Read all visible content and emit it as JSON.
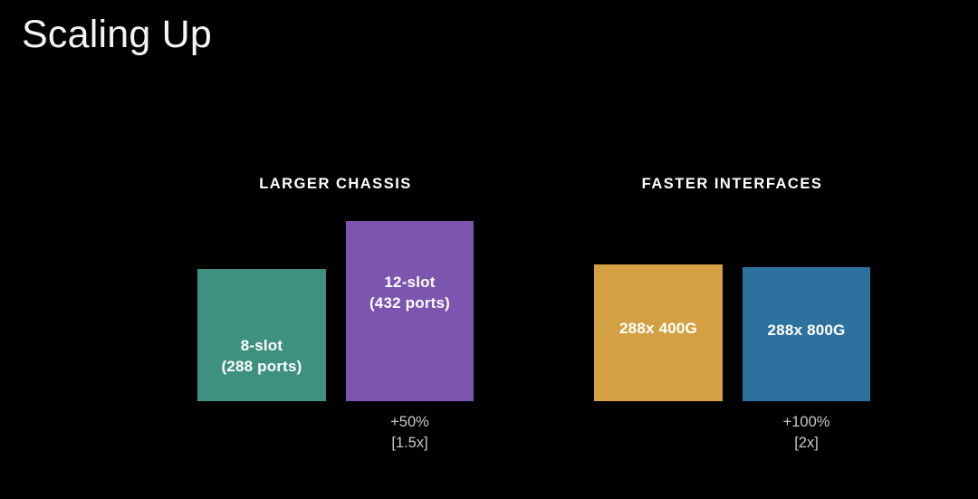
{
  "slide": {
    "title": "Scaling Up",
    "background_color": "#000000"
  },
  "chart_data": {
    "type": "bar",
    "title": "Scaling Up",
    "xlabel": "",
    "ylabel": "",
    "grid": false,
    "legend": "none",
    "groups": [
      {
        "name": "LARGER CHASSIS",
        "bars": [
          {
            "label": "8-slot\n(288 ports)",
            "name": "8-slot",
            "value": 288,
            "unit": "ports",
            "color": "#3e9180"
          },
          {
            "label": "12-slot\n(432 ports)",
            "name": "12-slot",
            "value": 432,
            "unit": "ports",
            "color": "#7b55ae"
          }
        ],
        "delta": {
          "percent": "+50%",
          "multiplier": "[1.5x]"
        }
      },
      {
        "name": "FASTER INTERFACES",
        "bars": [
          {
            "label": "288x 400G",
            "name": "288x 400G",
            "value": 400,
            "unit": "G",
            "color": "#d3a143"
          },
          {
            "label": "288x 800G",
            "name": "288x 800G",
            "value": 800,
            "unit": "G",
            "color": "#2d719e"
          }
        ],
        "delta": {
          "percent": "+100%",
          "multiplier": "[2x]"
        }
      }
    ]
  }
}
